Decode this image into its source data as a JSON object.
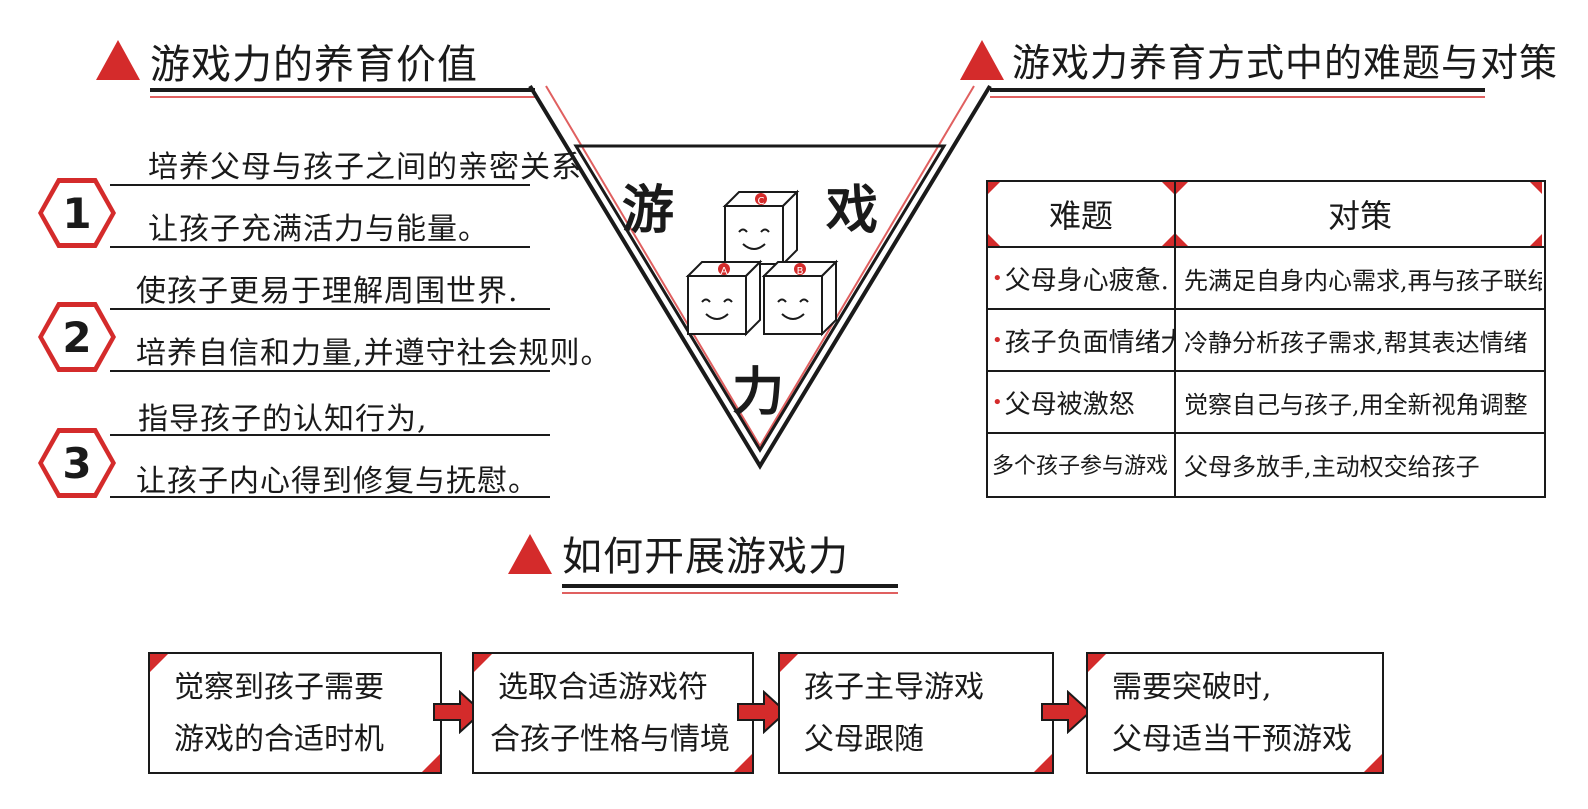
{
  "section_value": {
    "title": "游戏力的养育价值",
    "items": [
      {
        "number": "1",
        "lines": [
          "培养父母与孩子之间的亲密关系",
          "让孩子充满活力与能量。"
        ]
      },
      {
        "number": "2",
        "lines": [
          "使孩子更易于理解周围世界.",
          "培养自信和力量,并遵守社会规则。"
        ]
      },
      {
        "number": "3",
        "lines": [
          "指导孩子的认知行为,",
          "让孩子内心得到修复与抚慰。"
        ]
      }
    ]
  },
  "center": {
    "chars": [
      "游",
      "戏",
      "力"
    ],
    "cube_letters": [
      "C",
      "A",
      "B"
    ]
  },
  "section_problems": {
    "title": "游戏力养育方式中的难题与对策",
    "headers": [
      "难题",
      "对策"
    ],
    "rows": [
      [
        "父母身心疲惫.",
        "先满足自身内心需求,再与孩子联结"
      ],
      [
        "孩子负面情绪大",
        "冷静分析孩子需求,帮其表达情绪"
      ],
      [
        "父母被激怒",
        "觉察自己与孩子,用全新视角调整"
      ],
      [
        "多个孩子参与游戏",
        "父母多放手,主动权交给孩子"
      ]
    ]
  },
  "section_howto": {
    "title": "如何开展游戏力",
    "steps": [
      {
        "lines": [
          "觉察到孩子需要",
          "游戏的合适时机"
        ]
      },
      {
        "lines": [
          "选取合适游戏符",
          "合孩子性格与情境"
        ]
      },
      {
        "lines": [
          "孩子主导游戏",
          "父母跟随"
        ]
      },
      {
        "lines": [
          "需要突破时,",
          "父母适当干预游戏"
        ]
      }
    ]
  },
  "colors": {
    "accent": "#d42b2b",
    "ink": "#1a1a1a"
  }
}
